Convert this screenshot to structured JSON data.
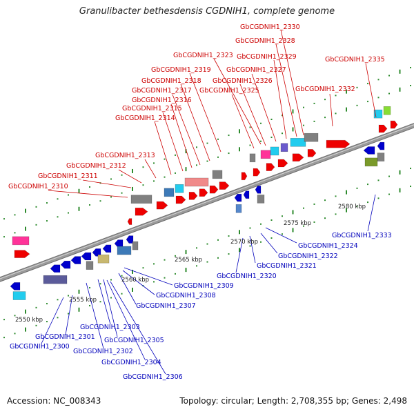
{
  "title": "Granulibacter bethesdensis CGDNIH1, complete genome",
  "footer": {
    "accession": "Accession: NC_008343",
    "topology": "Topology: circular; Length: 2,708,355 bp; Genes: 2,498"
  },
  "colors": {
    "forward_label": "#cc0000",
    "reverse_label": "#0000bb",
    "forward_gene": "#ee0000",
    "reverse_gene": "#0000cc",
    "backbone": "#9a9a9a",
    "tick": "#2e8b2e"
  },
  "scale_labels": [
    "2550 kbp",
    "2555 kbp",
    "2560 kbp",
    "2565 kbp",
    "2570 kbp",
    "2575 kbp",
    "2580 kbp"
  ],
  "forward_labels": [
    "GbCGDNIH1_2330",
    "GbCGDNIH1_2328",
    "GbCGDNIH1_2323",
    "GbCGDNIH1_2329",
    "GbCGDNIH1_2335",
    "GbCGDNIH1_2319",
    "GbCGDNIH1_2327",
    "GbCGDNIH1_2318",
    "GbCGDNIH1_2326",
    "GbCGDNIH1_2317",
    "GbCGDNIH1_2325",
    "GbCGDNIH1_2332",
    "GbCGDNIH1_2316",
    "GbCGDNIH1_2315",
    "GbCGDNIH1_2314",
    "GbCGDNIH1_2313",
    "GbCGDNIH1_2312",
    "GbCGDNIH1_2311",
    "GbCGDNIH1_2310"
  ],
  "reverse_labels": [
    "GbCGDNIH1_2333",
    "GbCGDNIH1_2324",
    "GbCGDNIH1_2322",
    "GbCGDNIH1_2321",
    "GbCGDNIH1_2320",
    "GbCGDNIH1_2309",
    "GbCGDNIH1_2308",
    "GbCGDNIH1_2307",
    "GbCGDNIH1_2303",
    "GbCGDNIH1_2301",
    "GbCGDNIH1_2305",
    "GbCGDNIH1_2300",
    "GbCGDNIH1_2302",
    "GbCGDNIH1_2304",
    "GbCGDNIH1_2306"
  ]
}
